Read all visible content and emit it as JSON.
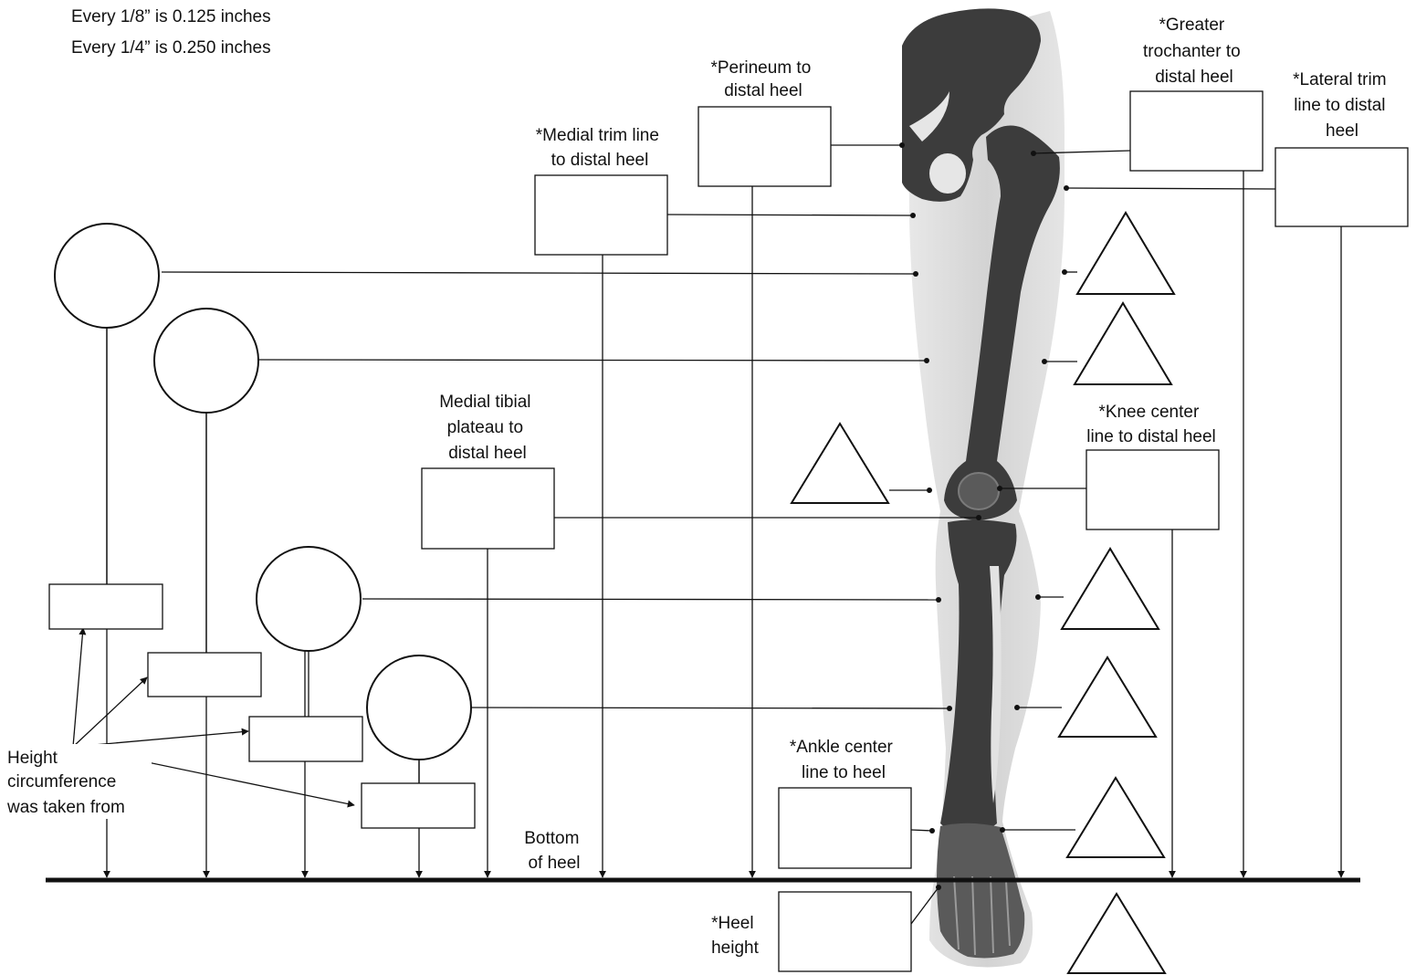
{
  "notes": {
    "line1": "Every 1/8” is 0.125 inches",
    "line2": "Every 1/4” is 0.250 inches"
  },
  "labels": {
    "perineum": [
      "*Perineum to",
      "distal heel"
    ],
    "greater_trochanter": [
      "*Greater",
      "trochanter to",
      "distal heel"
    ],
    "lateral_trim": [
      "*Lateral trim",
      "line to distal",
      "heel"
    ],
    "medial_trim": [
      "*Medial trim line",
      "to distal heel"
    ],
    "medial_tibial": [
      "Medial tibial",
      "plateau to",
      "distal heel"
    ],
    "knee_center": [
      "*Knee center",
      "line to distal heel"
    ],
    "ankle_center": [
      "*Ankle center",
      "line to heel"
    ],
    "bottom_of_heel": [
      "Bottom",
      "of heel"
    ],
    "heel_height": [
      "*Heel",
      "height"
    ],
    "height_circumference": [
      "Height",
      "circumference",
      "was taken from"
    ]
  },
  "colors": {
    "line": "#111111",
    "bone": "#3c3c3c",
    "soft_tissue": "#d9d9d9",
    "knee_cap": "#5a5a5a"
  },
  "icons": {
    "leg": "leg-skeleton-illustration",
    "circle": "circle-measurement-field",
    "triangle": "triangle-measurement-field",
    "box": "rectangle-measurement-field"
  }
}
